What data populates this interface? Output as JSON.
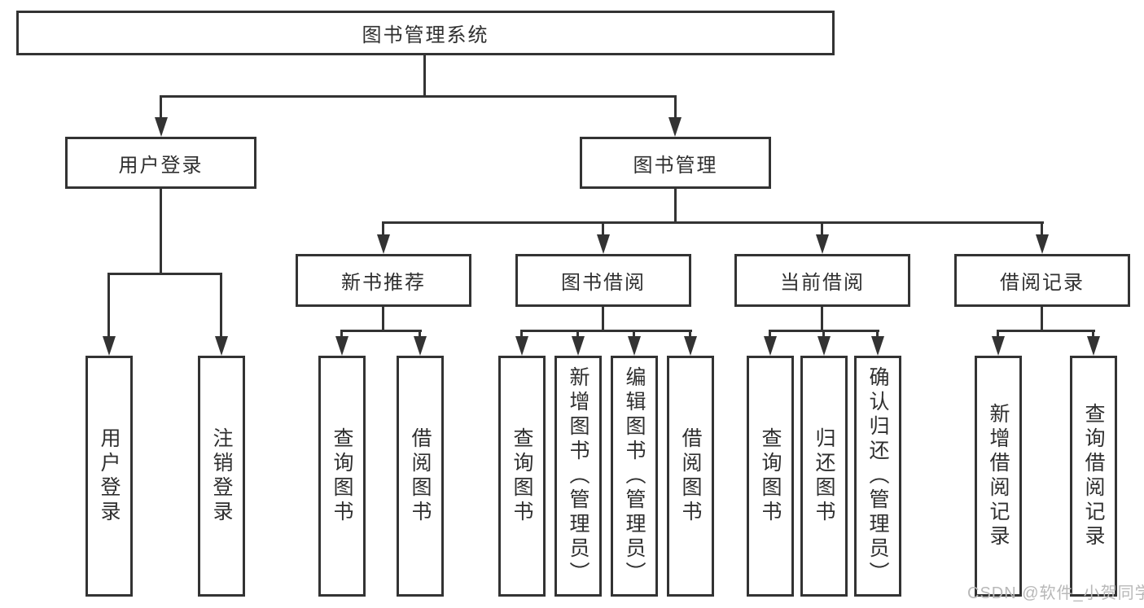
{
  "tree": {
    "label": "图书管理系统",
    "children": [
      {
        "label": "用户登录",
        "children": [
          {
            "label": "用户登录"
          },
          {
            "label": "注销登录"
          }
        ]
      },
      {
        "label": "图书管理",
        "children": [
          {
            "label": "新书推荐",
            "children": [
              {
                "label": "查询图书"
              },
              {
                "label": "借阅图书"
              }
            ]
          },
          {
            "label": "图书借阅",
            "children": [
              {
                "label": "查询图书"
              },
              {
                "label": "新增图书（管理员）"
              },
              {
                "label": "编辑图书（管理员）"
              },
              {
                "label": "借阅图书"
              }
            ]
          },
          {
            "label": "当前借阅",
            "children": [
              {
                "label": "查询图书"
              },
              {
                "label": "归还图书"
              },
              {
                "label": "确认归还（管理员）"
              }
            ]
          },
          {
            "label": "借阅记录",
            "children": [
              {
                "label": "新增借阅记录"
              },
              {
                "label": "查询借阅记录"
              }
            ]
          }
        ]
      }
    ]
  },
  "watermark": {
    "text": "CSDN @软件_小贺同学"
  },
  "colors": {
    "line": "#333333",
    "text": "#2f2f2f",
    "background": "#ffffff",
    "watermark": "#b8b8b8"
  }
}
